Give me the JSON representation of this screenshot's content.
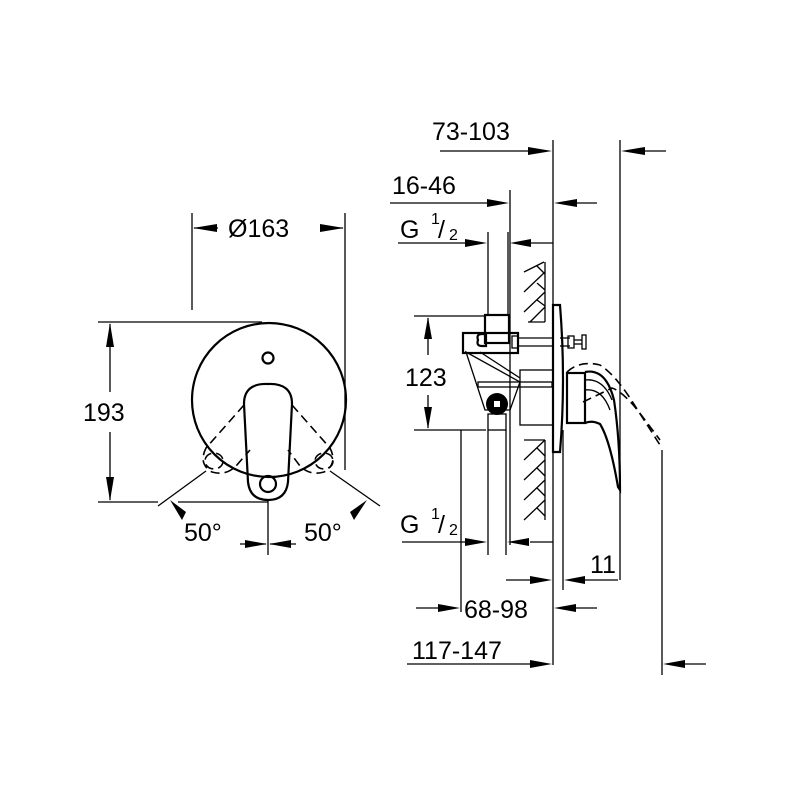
{
  "drawing": {
    "type": "technical-dimension-drawing",
    "subject": "concealed single-lever shower mixer",
    "line_color": "#000000",
    "background": "#ffffff"
  },
  "front_view": {
    "diameter_label": "Ø163",
    "height_label": "193",
    "angle_left_label": "50°",
    "angle_right_label": "50°"
  },
  "side_view": {
    "dim_73_103": "73-103",
    "dim_16_46": "16-46",
    "thread_top": "G",
    "thread_bottom": "G",
    "thread_fraction_num": "1",
    "thread_fraction_den": "2",
    "dim_123": "123",
    "dim_11": "11",
    "dim_68_98": "68-98",
    "dim_117_147": "117-147"
  }
}
